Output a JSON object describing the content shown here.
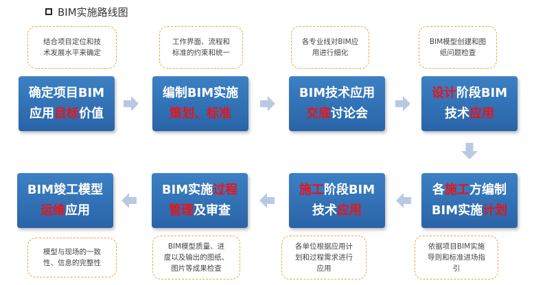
{
  "title": "BIM实施路线图",
  "top_notes": [
    {
      "l1": "结合项目定位和技",
      "l2": "术发展水平来确定"
    },
    {
      "l1": "工作界面、流程和",
      "l2": "标准的约束和统一"
    },
    {
      "l1": "各专业线对BIM应",
      "l2": "用进行细化"
    },
    {
      "l1": "BIM模型创建和图",
      "l2": "纸问题检查"
    }
  ],
  "top_boxes": [
    {
      "l1a": "确定项目BIM",
      "l1b": "",
      "l2a": "应用",
      "l2b": "目标",
      "l2c": "价值"
    },
    {
      "l1a": "编制BIM实施",
      "l1b": "",
      "l2a": "",
      "l2b": "策划、标准",
      "l2c": ""
    },
    {
      "l1a": "BIM技术应用",
      "l1b": "",
      "l2a": "",
      "l2b": "交底",
      "l2c": "讨论会"
    },
    {
      "l1a": "",
      "l1b": "设计",
      "l1c": "阶段BIM",
      "l2a": "技术",
      "l2b": "应用",
      "l2c": ""
    }
  ],
  "bottom_boxes": [
    {
      "l1a": "BIM竣工模型",
      "l1b": "",
      "l1c": "",
      "l2a": "",
      "l2b": "运维",
      "l2c": "应用"
    },
    {
      "l1a": "BIM实施",
      "l1b": "过程",
      "l1c": "",
      "l2a": "",
      "l2b": "管理",
      "l2c": "及审查"
    },
    {
      "l1a": "",
      "l1b": "施工",
      "l1c": "阶段BIM",
      "l2a": "技术",
      "l2b": "应用",
      "l2c": ""
    },
    {
      "l1a": "各",
      "l1b": "施工",
      "l1c": "方编制",
      "l2a": "BIM实施",
      "l2b": "计划",
      "l2c": ""
    }
  ],
  "bottom_notes": [
    {
      "l1": "模型与现场的一致",
      "l2": "性、信息的完整性",
      "l3": ""
    },
    {
      "l1": "BIM模型质量、进",
      "l2": "度以及输出的图纸、",
      "l3": "图片等成果检查"
    },
    {
      "l1": "各单位根据应用计",
      "l2": "划和过程需求进行",
      "l3": "应用"
    },
    {
      "l1": "依据项目BIM实施",
      "l2": "导则和标准进场指",
      "l3": "引"
    }
  ],
  "colors": {
    "box": "#2f6fb5",
    "highlight": "#e8141b",
    "arrow": "#b9c9e3",
    "note_border": "#f0a23a"
  }
}
